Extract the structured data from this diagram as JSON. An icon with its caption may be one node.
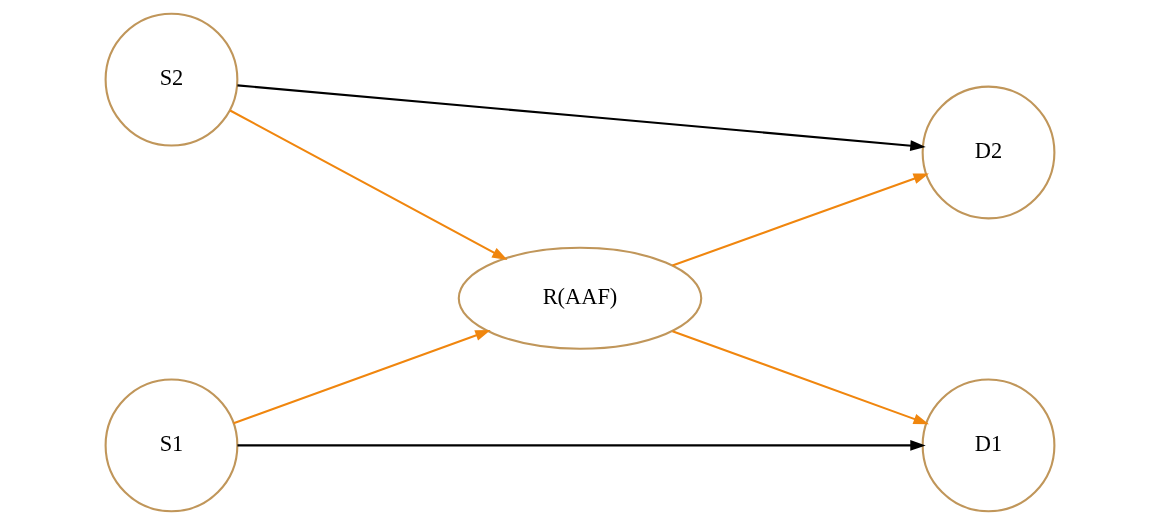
{
  "diagram": {
    "nodes": [
      {
        "text": [
          "S2"
        ]
      },
      {
        "text": [
          "D2"
        ]
      },
      {
        "text": [
          "R(AAF)"
        ]
      },
      {
        "text": [
          "S1"
        ]
      },
      {
        "text": [
          "D1"
        ]
      }
    ],
    "edges": [
      {
        "from": 0,
        "to": 1,
        "arrow": "to",
        "color": "#000000"
      },
      {
        "from": 0,
        "to": 2,
        "arrow": "to"
      },
      {
        "from": 2,
        "to": 1,
        "arrow": "to"
      },
      {
        "from": 2,
        "to": 4,
        "arrow": "to"
      },
      {
        "from": 3,
        "to": 2,
        "arrow": "to"
      },
      {
        "from": 3,
        "to": 4,
        "arrow": "to",
        "color": "#000000"
      }
    ]
  }
}
